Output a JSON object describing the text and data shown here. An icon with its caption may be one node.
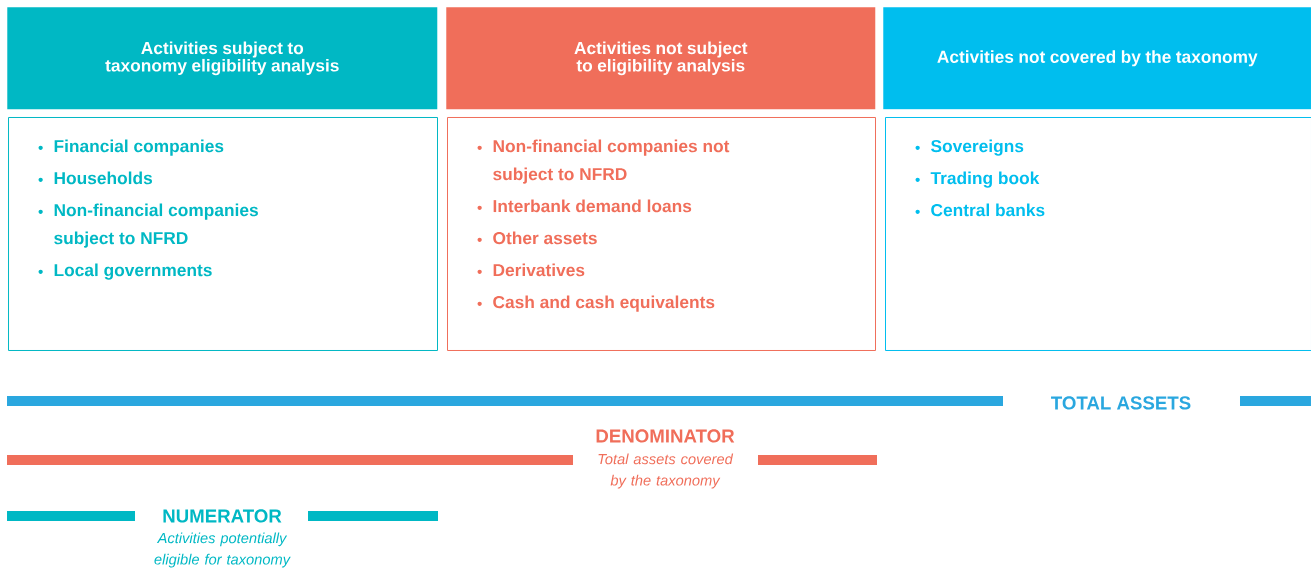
{
  "diagram": {
    "nodes": [
      {
        "text": [
          "Activities subject to taxonomy eligibility analysis"
        ]
      },
      {
        "text": [
          "Financial companies",
          "Households",
          "Non-financial companies subject to NFRD",
          "Local governments"
        ]
      },
      {
        "text": [
          "Activities not subject to eligibility analysis"
        ]
      },
      {
        "text": [
          "Non-financial companies not subject to NFRD",
          "Interbank demand loans",
          "Other assets",
          "Derivatives",
          "Cash and cash equivalents"
        ]
      },
      {
        "text": [
          "Activities not covered by the taxonomy"
        ]
      },
      {
        "text": [
          "Sovereigns",
          "Trading book",
          "Central banks"
        ]
      }
    ],
    "edges": [],
    "labels": [
      "TOTAL ASSETS",
      "DENOMINATOR",
      "Total assets covered by the taxonomy",
      "NUMERATOR",
      "Activities potentially eligible for taxonomy"
    ]
  }
}
